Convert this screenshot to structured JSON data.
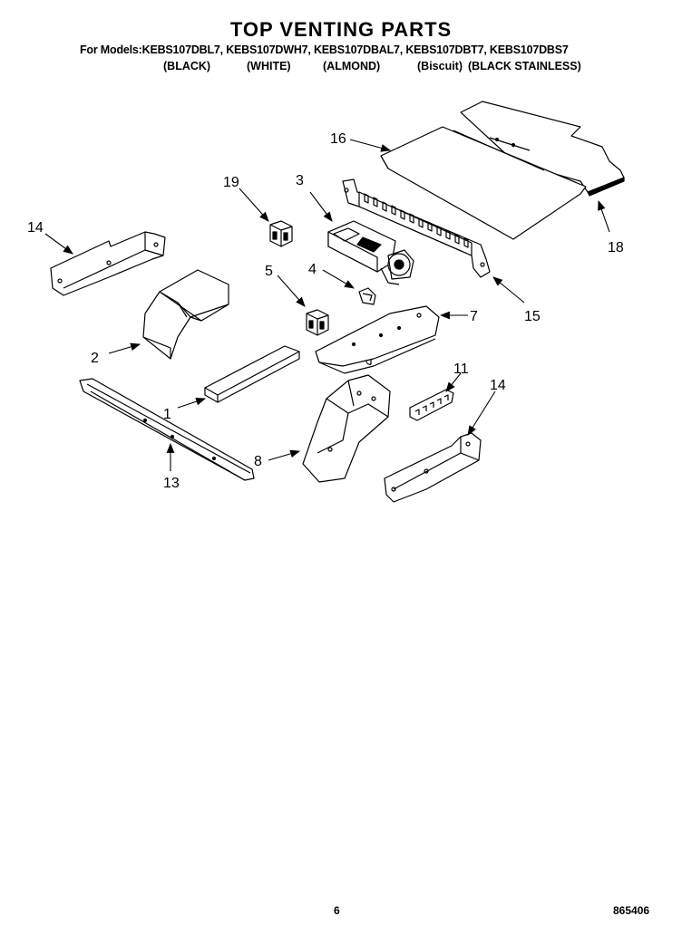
{
  "header": {
    "title": "TOP VENTING PARTS",
    "models_line": "For Models:KEBS107DBL7, KEBS107DWH7, KEBS107DBAL7, KEBS107DBT7, KEBS107DBS7",
    "variants": [
      "(BLACK)",
      "(WHITE)",
      "(ALMOND)",
      "(Biscuit)",
      "(BLACK STAINLESS)"
    ]
  },
  "parts": {
    "p1": "1",
    "p2": "2",
    "p3": "3",
    "p4": "4",
    "p5": "5",
    "p7": "7",
    "p8": "8",
    "p11": "11",
    "p13": "13",
    "p14a": "14",
    "p14b": "14",
    "p15": "15",
    "p16": "16",
    "p18": "18",
    "p19": "19"
  },
  "footer": {
    "page": "6",
    "doc": "865406"
  }
}
